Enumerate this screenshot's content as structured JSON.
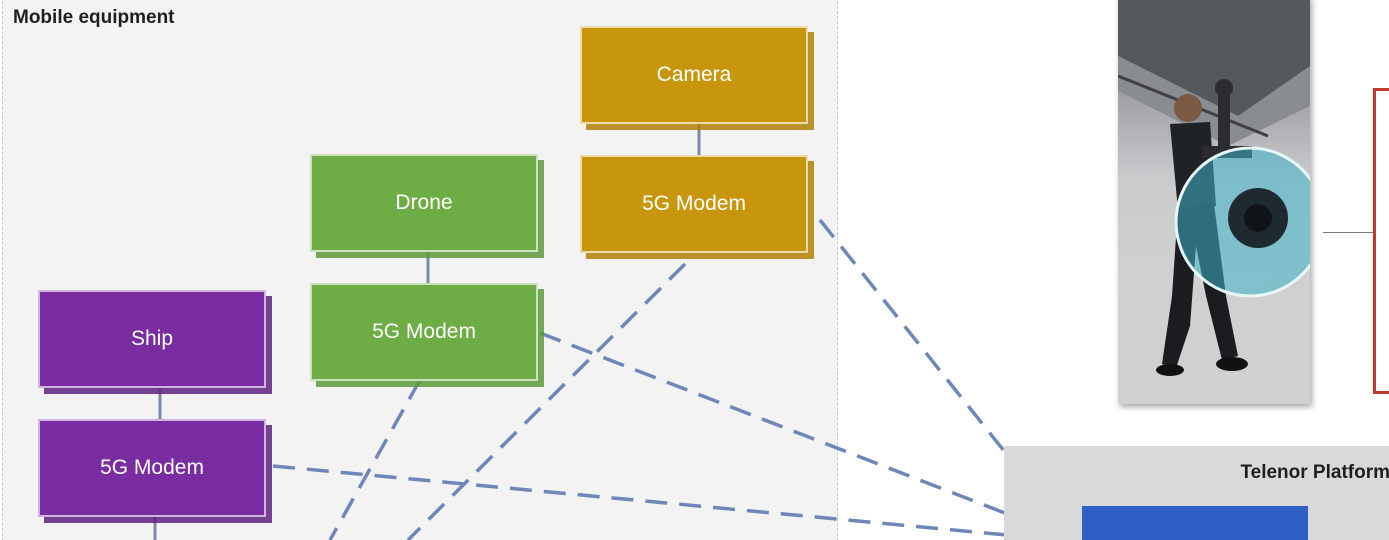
{
  "mobile_panel": {
    "title": "Mobile equipment"
  },
  "devices": {
    "camera": {
      "label": "Camera",
      "modem_label": "5G Modem",
      "color": "#c8960c"
    },
    "drone": {
      "label": "Drone",
      "modem_label": "5G Modem",
      "color": "#6eac45"
    },
    "ship": {
      "label": "Ship",
      "modem_label": "5G Modem",
      "color": "#7a2da0"
    }
  },
  "telenor_panel": {
    "title": "Telenor Platform",
    "block_color": "#2f5fc4"
  },
  "photo": {
    "icon": "person-with-camera-rig-photo"
  },
  "colors": {
    "link": "#6f86b8",
    "callout": "#c0392b"
  }
}
